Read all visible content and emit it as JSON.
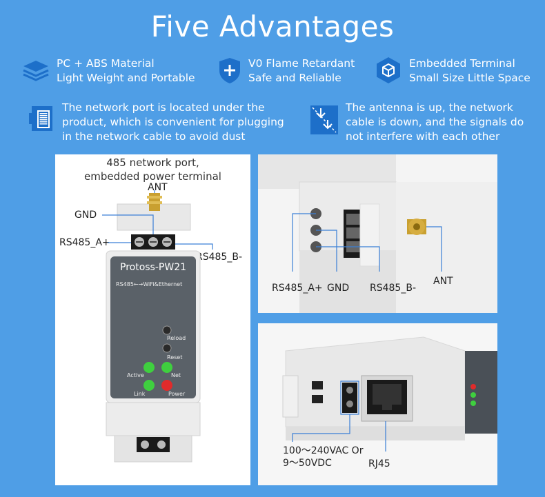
{
  "title": "Five Advantages",
  "features": [
    {
      "icon": "layers-icon",
      "line1": "PC + ABS Material",
      "line2": "Light Weight and Portable"
    },
    {
      "icon": "shield-plus-icon",
      "line1": "V0 Flame Retardant",
      "line2": "Safe and Reliable"
    },
    {
      "icon": "hexagon-cube-icon",
      "line1": "Embedded Terminal",
      "line2": "Small Size Little Space"
    },
    {
      "icon": "network-port-icon",
      "line1": "The network port is located under the",
      "line2": "product, which is convenient for plugging",
      "line3": "in the network cable to avoid dust"
    },
    {
      "icon": "antenna-signal-icon",
      "line1": "The antenna is up, the network",
      "line2": "cable is down, and the signals do",
      "line3": "not interfere with each other"
    }
  ],
  "left_panel": {
    "caption_line1": "485 network port,",
    "caption_line2": "embedded power terminal",
    "ant": "ANT",
    "gnd": "GND",
    "rs485a": "RS485_A+",
    "rs485b": "RS485_B-",
    "device": {
      "model": "Protoss-PW21",
      "subtitle": "RS485←→WiFi&Ethernet",
      "reload": "Reload",
      "reset": "Reset",
      "active": "Active",
      "net": "Net",
      "link": "Link",
      "power": "Power"
    }
  },
  "top_right_panel": {
    "rs485a": "RS485_A+",
    "gnd": "GND",
    "rs485b": "RS485_B-",
    "ant": "ANT"
  },
  "bottom_right_panel": {
    "power_line1": "100～240VAC Or",
    "power_line2": "9～50VDC",
    "rj45": "RJ45"
  },
  "colors": {
    "background": "#4f9ee6",
    "icon_blue": "#1d6fc9",
    "callout_line": "#3a7fd6",
    "led_green": "#3fcf3f",
    "led_red": "#e02b2b",
    "device_face": "#5a6168"
  }
}
